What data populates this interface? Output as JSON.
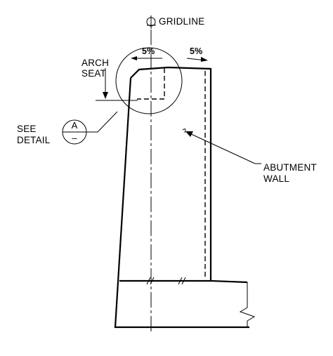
{
  "labels": {
    "gridline": "GRIDLINE",
    "arch_seat_line1": "ARCH",
    "arch_seat_line2": "SEAT",
    "slope_left": "5%",
    "slope_right": "5%",
    "see_detail_line1": "SEE",
    "see_detail_line2": "DETAIL",
    "detail_id": "A",
    "detail_sheet": "–",
    "abutment_line1": "ABUTMENT",
    "abutment_line2": "WALL"
  },
  "symbols": {
    "centerline": "centerline-symbol"
  },
  "colors": {
    "ink": "#000000",
    "background": "#ffffff"
  }
}
